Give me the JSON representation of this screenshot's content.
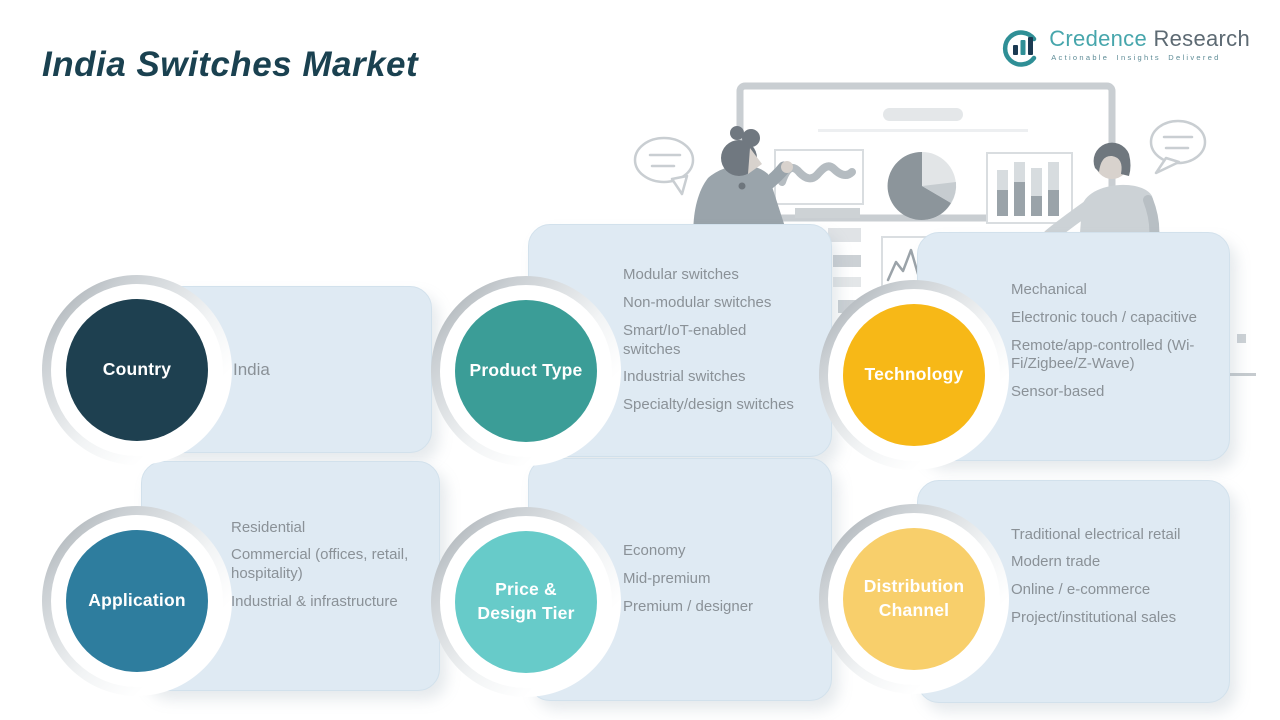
{
  "page": {
    "title": "India Switches Market"
  },
  "logo": {
    "name_primary": "Credence",
    "name_secondary": "Research",
    "tagline": "Actionable Insights Delivered",
    "icon": "bar-chart-in-circle-icon",
    "colors": {
      "primary": "#47a6ac",
      "secondary": "#5d6a73"
    }
  },
  "colors": {
    "title_text": "#1a4150",
    "card_background": "#dfeaf3",
    "card_text": "#8a9197",
    "circle_label_text": "#ffffff"
  },
  "segments": [
    {
      "id": "country",
      "label": "Country",
      "circle_color": "#1e4050",
      "items": [
        "India"
      ]
    },
    {
      "id": "product-type",
      "label": "Product Type",
      "circle_color": "#3b9d97",
      "items": [
        "Modular switches",
        "Non-modular switches",
        "Smart/IoT-enabled switches",
        "Industrial switches",
        "Specialty/design switches"
      ]
    },
    {
      "id": "technology",
      "label": "Technology",
      "circle_color": "#f7b817",
      "items": [
        "Mechanical",
        "Electronic touch / capacitive",
        "Remote/app-controlled (Wi-Fi/Zigbee/Z-Wave)",
        "Sensor-based"
      ]
    },
    {
      "id": "application",
      "label": "Application",
      "circle_color": "#2e7d9e",
      "items": [
        "Residential",
        "Commercial (offices, retail, hospitality)",
        "Industrial & infrastructure"
      ]
    },
    {
      "id": "price-design-tier",
      "label": "Price &\nDesign Tier",
      "circle_color": "#67cbc9",
      "items": [
        "Economy",
        "Mid-premium",
        "Premium / designer"
      ]
    },
    {
      "id": "distribution-channel",
      "label": "Distribution\nChannel",
      "circle_color": "#f8cf6b",
      "items": [
        "Traditional electrical retail",
        "Modern trade",
        "Online / e-commerce",
        "Project/institutional sales"
      ]
    }
  ],
  "illustration": {
    "icons": [
      "presentation-board-icon",
      "line-chart-icon",
      "pie-chart-icon",
      "bar-chart-icon",
      "presenter-woman-icon",
      "presenter-man-icon",
      "speech-bubble-left-icon",
      "speech-bubble-right-icon"
    ]
  }
}
